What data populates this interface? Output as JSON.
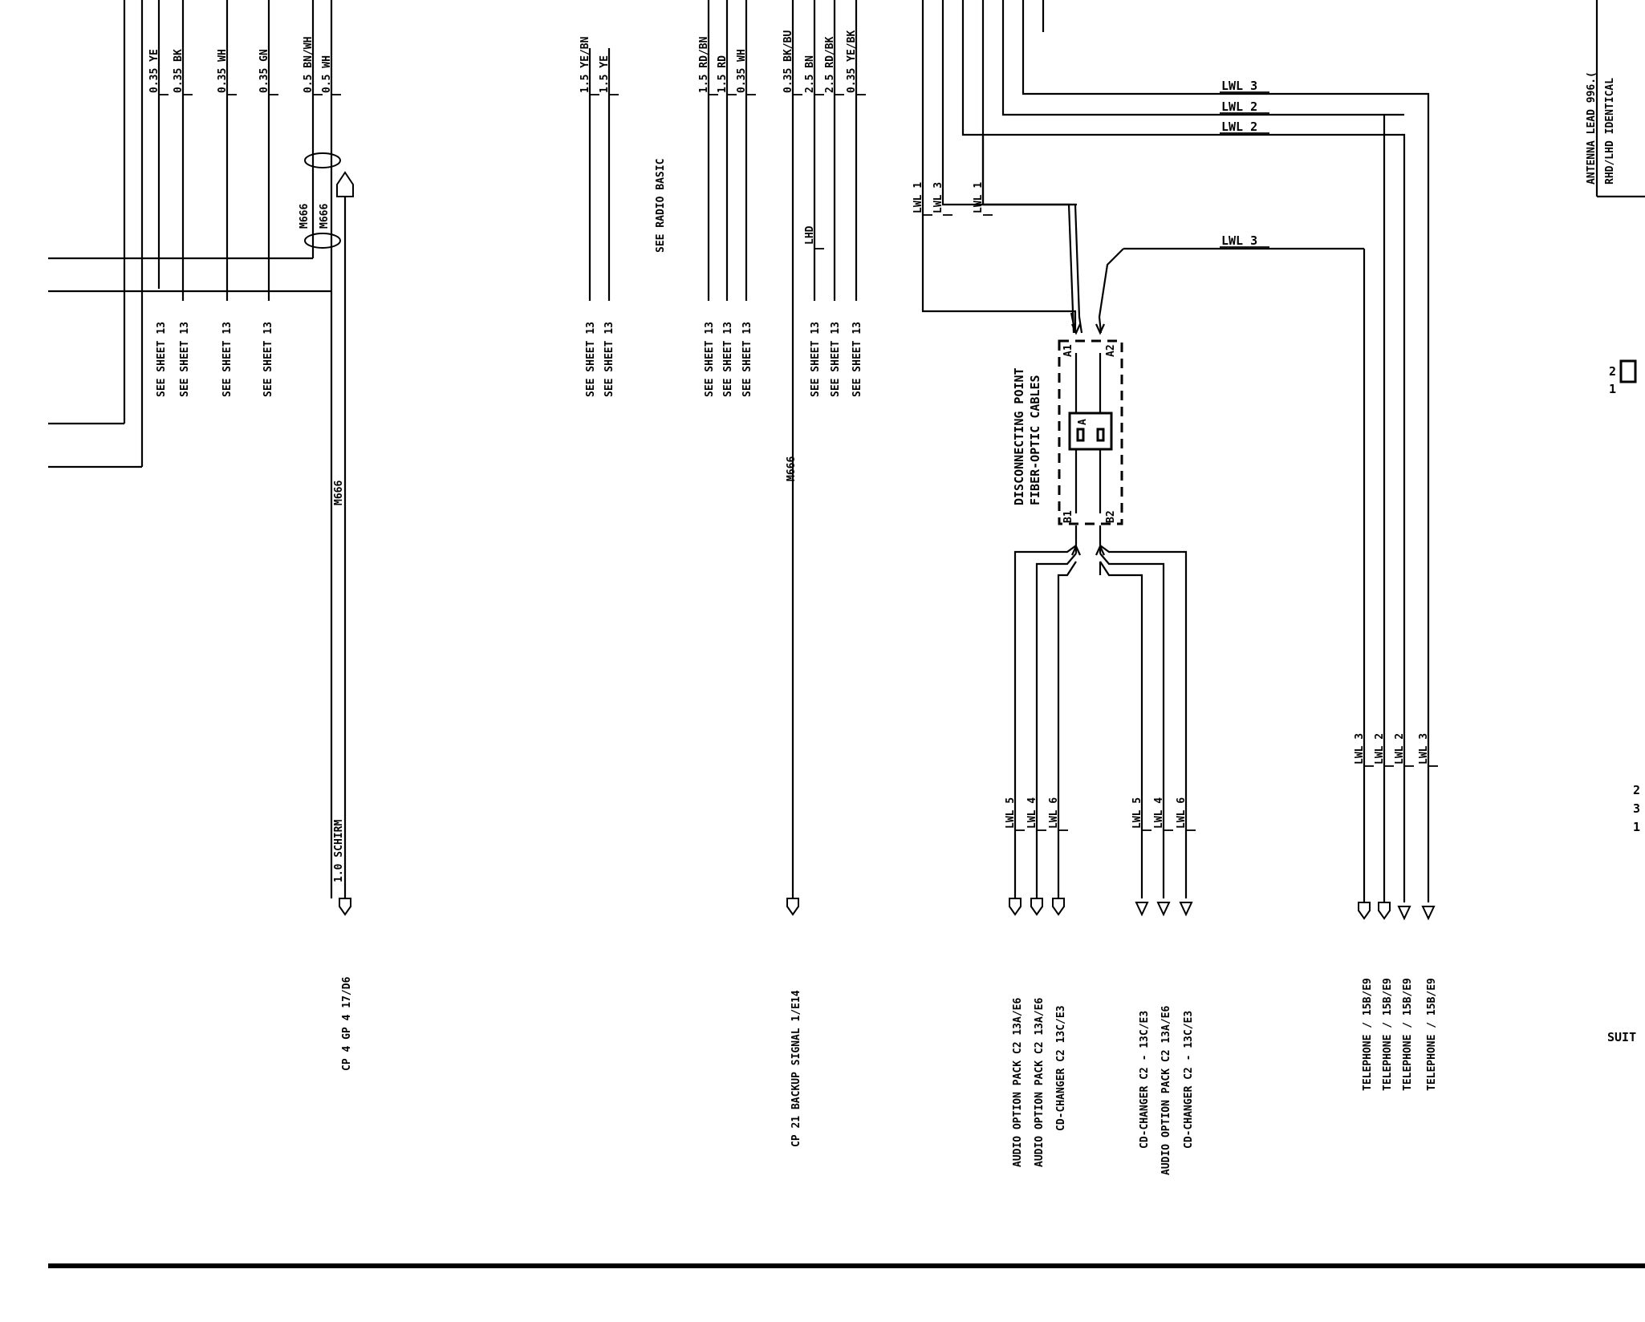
{
  "left_group": {
    "wire_labels": [
      "0.35 YE",
      "0.35 BK",
      "0.35 WH",
      "0.35 GN",
      "0.5 BN/WH",
      "0.5 WH"
    ],
    "sheet_refs": [
      "SEE SHEET 13",
      "SEE SHEET 13",
      "SEE SHEET 13",
      "SEE SHEET 13"
    ],
    "shield_labels": [
      "M666",
      "M666"
    ],
    "shield_line_label": "M666",
    "schirm_label": "1.0 SCHIRM",
    "connector_label": "CP 4   GP 4   17/D6"
  },
  "radio_group": {
    "wire_labels": [
      "1.5 YE/BN",
      "1.5 YE"
    ],
    "sheet_refs": [
      "SEE SHEET 13",
      "SEE SHEET 13"
    ],
    "note": "SEE RADIO BASIC"
  },
  "power_group": {
    "wire_labels": [
      "1.5 RD/BN",
      "1.5 RD",
      "0.35 WH"
    ],
    "sheet_refs": [
      "SEE SHEET 13",
      "SEE SHEET 13",
      "SEE SHEET 13"
    ]
  },
  "backup_group": {
    "wire_labels": [
      "0.35 BK/BU",
      "2.5 BN",
      "2.5 RD/BK",
      "0.35 YE/BK"
    ],
    "lhd_label": "LHD",
    "sheet_refs": [
      "SEE SHEET 13",
      "SEE SHEET 13",
      "SEE SHEET 13"
    ],
    "shield_line_label": "M666",
    "connector_label": "CP 21   BACKUP SIGNAL   1/E14"
  },
  "fiber": {
    "top_labels": [
      "LWL 3",
      "LWL 2",
      "LWL 2",
      "LWL 3"
    ],
    "left_labels": [
      "LWL 1",
      "LWL 3",
      "LWL 1"
    ],
    "disconnect_title": [
      "DISCONNECTING POINT",
      "FIBER-OPTIC CABLES"
    ],
    "pins": {
      "a1": "A1",
      "a2": "A2",
      "b1": "B1",
      "b2": "B2",
      "a": "A"
    },
    "audio_wire_labels": [
      "LWL 5",
      "LWL 4",
      "LWL 6"
    ],
    "audio_dest": [
      "AUDIO OPTION PACK C2  13A/E6",
      "AUDIO OPTION PACK C2  13A/E6",
      "CD-CHANGER C2  13C/E3"
    ],
    "cd_wire_labels": [
      "LWL 5",
      "LWL 4",
      "LWL 6"
    ],
    "cd_dest": [
      "CD-CHANGER C2 - 13C/E3",
      "AUDIO OPTION PACK C2  13A/E6",
      "CD-CHANGER C2 - 13C/E3"
    ],
    "tel_wire_labels": [
      "LWL 3",
      "LWL 2",
      "LWL 2",
      "LWL 3"
    ],
    "tel_dest": [
      "TELEPHONE / 15B/E9",
      "TELEPHONE / 15B/E9",
      "TELEPHONE / 15B/E9",
      "TELEPHONE / 15B/E9"
    ]
  },
  "right_edge": {
    "antenna_label": "ANTENNA LEAD  996.(",
    "rhd_label": "RHD/LHD IDENTICAL",
    "pins_top": [
      "2",
      "1"
    ],
    "pins_bottom": [
      "2",
      "3",
      "1"
    ],
    "suit_label": "SUIT"
  }
}
